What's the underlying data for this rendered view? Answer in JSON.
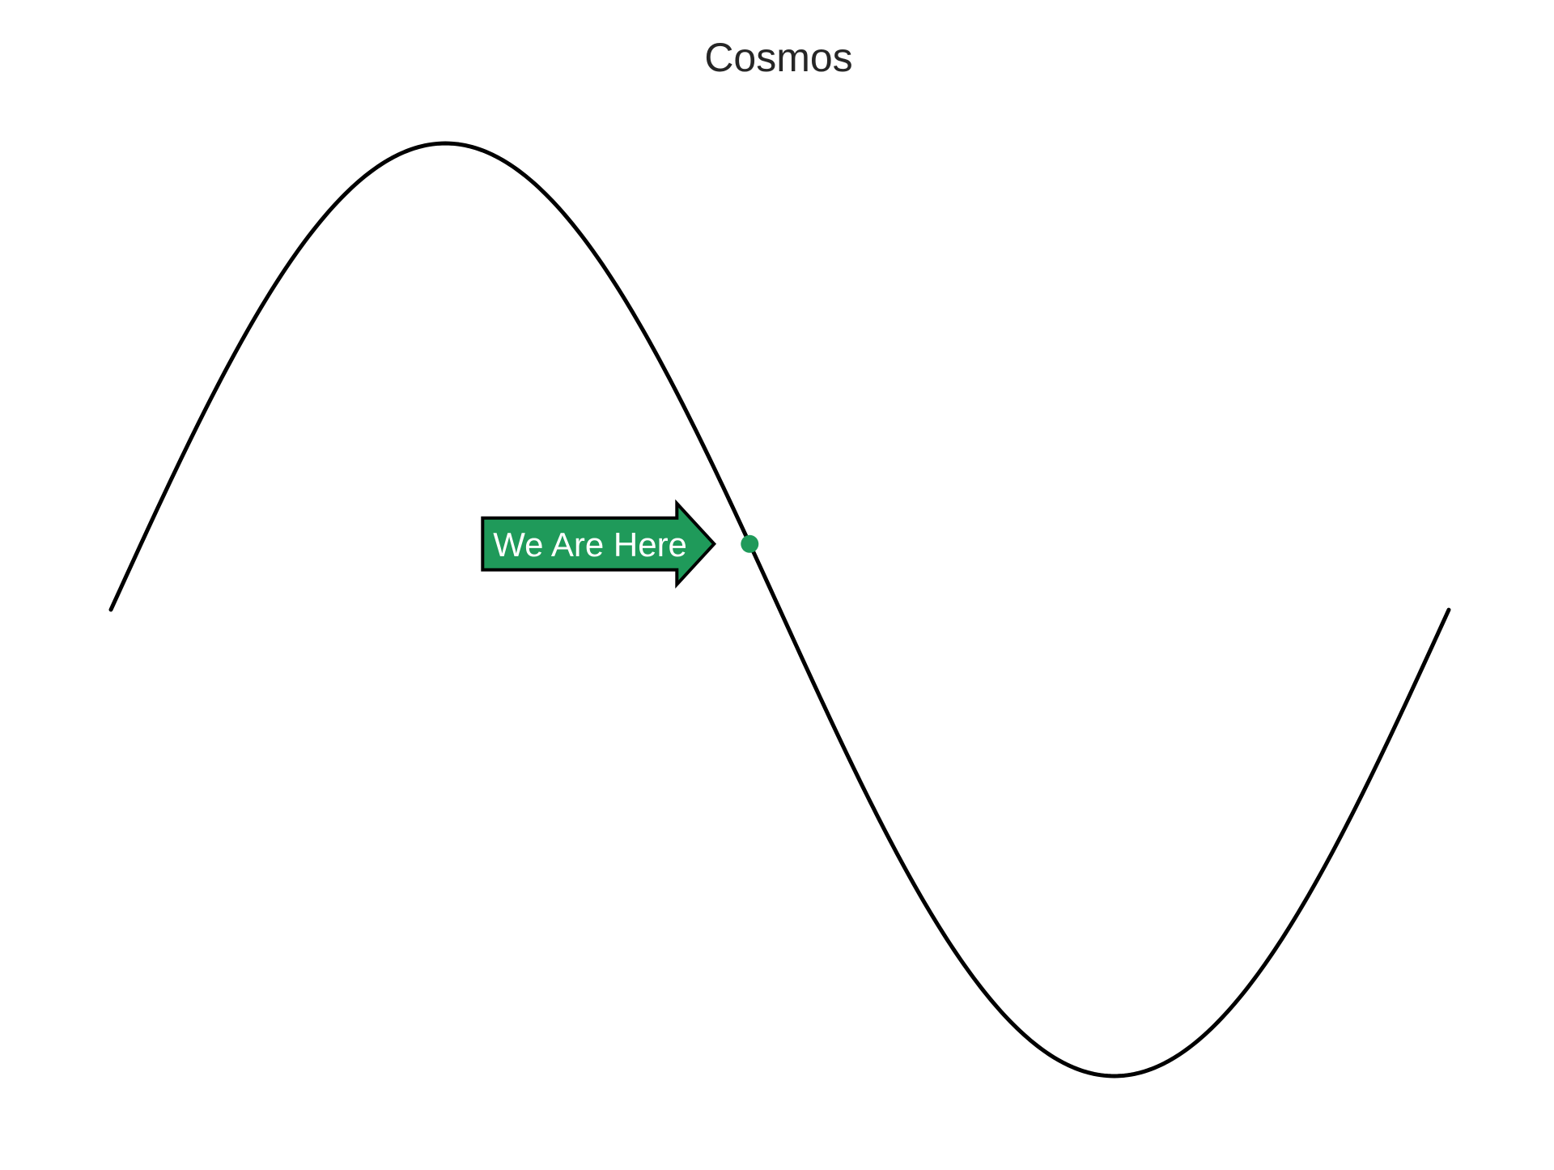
{
  "chart_data": {
    "type": "line",
    "title": "Cosmos",
    "xlabel": "",
    "ylabel": "",
    "xlim": [
      0,
      6.283
    ],
    "ylim": [
      -1.04,
      1.04
    ],
    "grid": false,
    "axes_visible": false,
    "series": [
      {
        "function": "sin",
        "x_start": 0,
        "x_end": 6.283,
        "color": "#000000"
      }
    ],
    "annotation": {
      "text": "We Are Here",
      "x": 3,
      "y": 0.141,
      "marker_color": "#1f9a5a",
      "box_color": "#1f9a5a",
      "text_color": "#ffffff",
      "shape": "right-arrow"
    }
  }
}
